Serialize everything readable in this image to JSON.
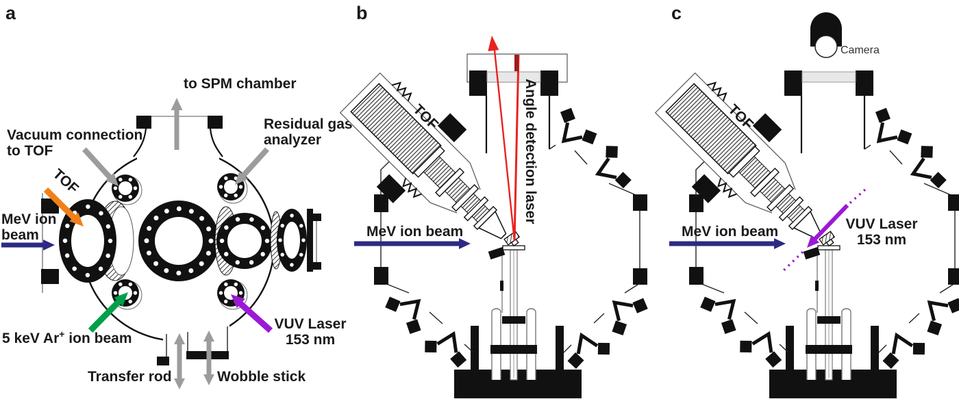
{
  "colors": {
    "orange": "#f08019",
    "navy": "#2d2a84",
    "green": "#00a04a",
    "purple": "#9b1ad4",
    "red": "#e8221f",
    "dark_red": "#9c1b1f",
    "gray": "#9c9c9c"
  },
  "panel_a": {
    "letter": "a",
    "labels": {
      "spm": "to SPM chamber",
      "vacuum_1": "Vacuum connection",
      "vacuum_2": "to TOF",
      "rga_1": "Residual gas",
      "rga_2": "analyzer",
      "tof": "TOF",
      "mev_1": "MeV ion",
      "mev_2": "beam",
      "argon_pre": "5 keV Ar",
      "argon_sup": "+",
      "argon_post": " ion beam",
      "vuv_1": "VUV Laser",
      "vuv_2": "153 nm",
      "transfer": "Transfer rod",
      "wobble": "Wobble stick"
    }
  },
  "panel_b": {
    "letter": "b",
    "labels": {
      "tof": "TOF",
      "angle_laser": "Angle detection laser",
      "mev": "MeV ion beam"
    }
  },
  "panel_c": {
    "letter": "c",
    "labels": {
      "camera": "Camera",
      "tof": "TOF",
      "mev": "MeV ion beam",
      "vuv_1": "VUV Laser",
      "vuv_2": "153 nm"
    }
  }
}
